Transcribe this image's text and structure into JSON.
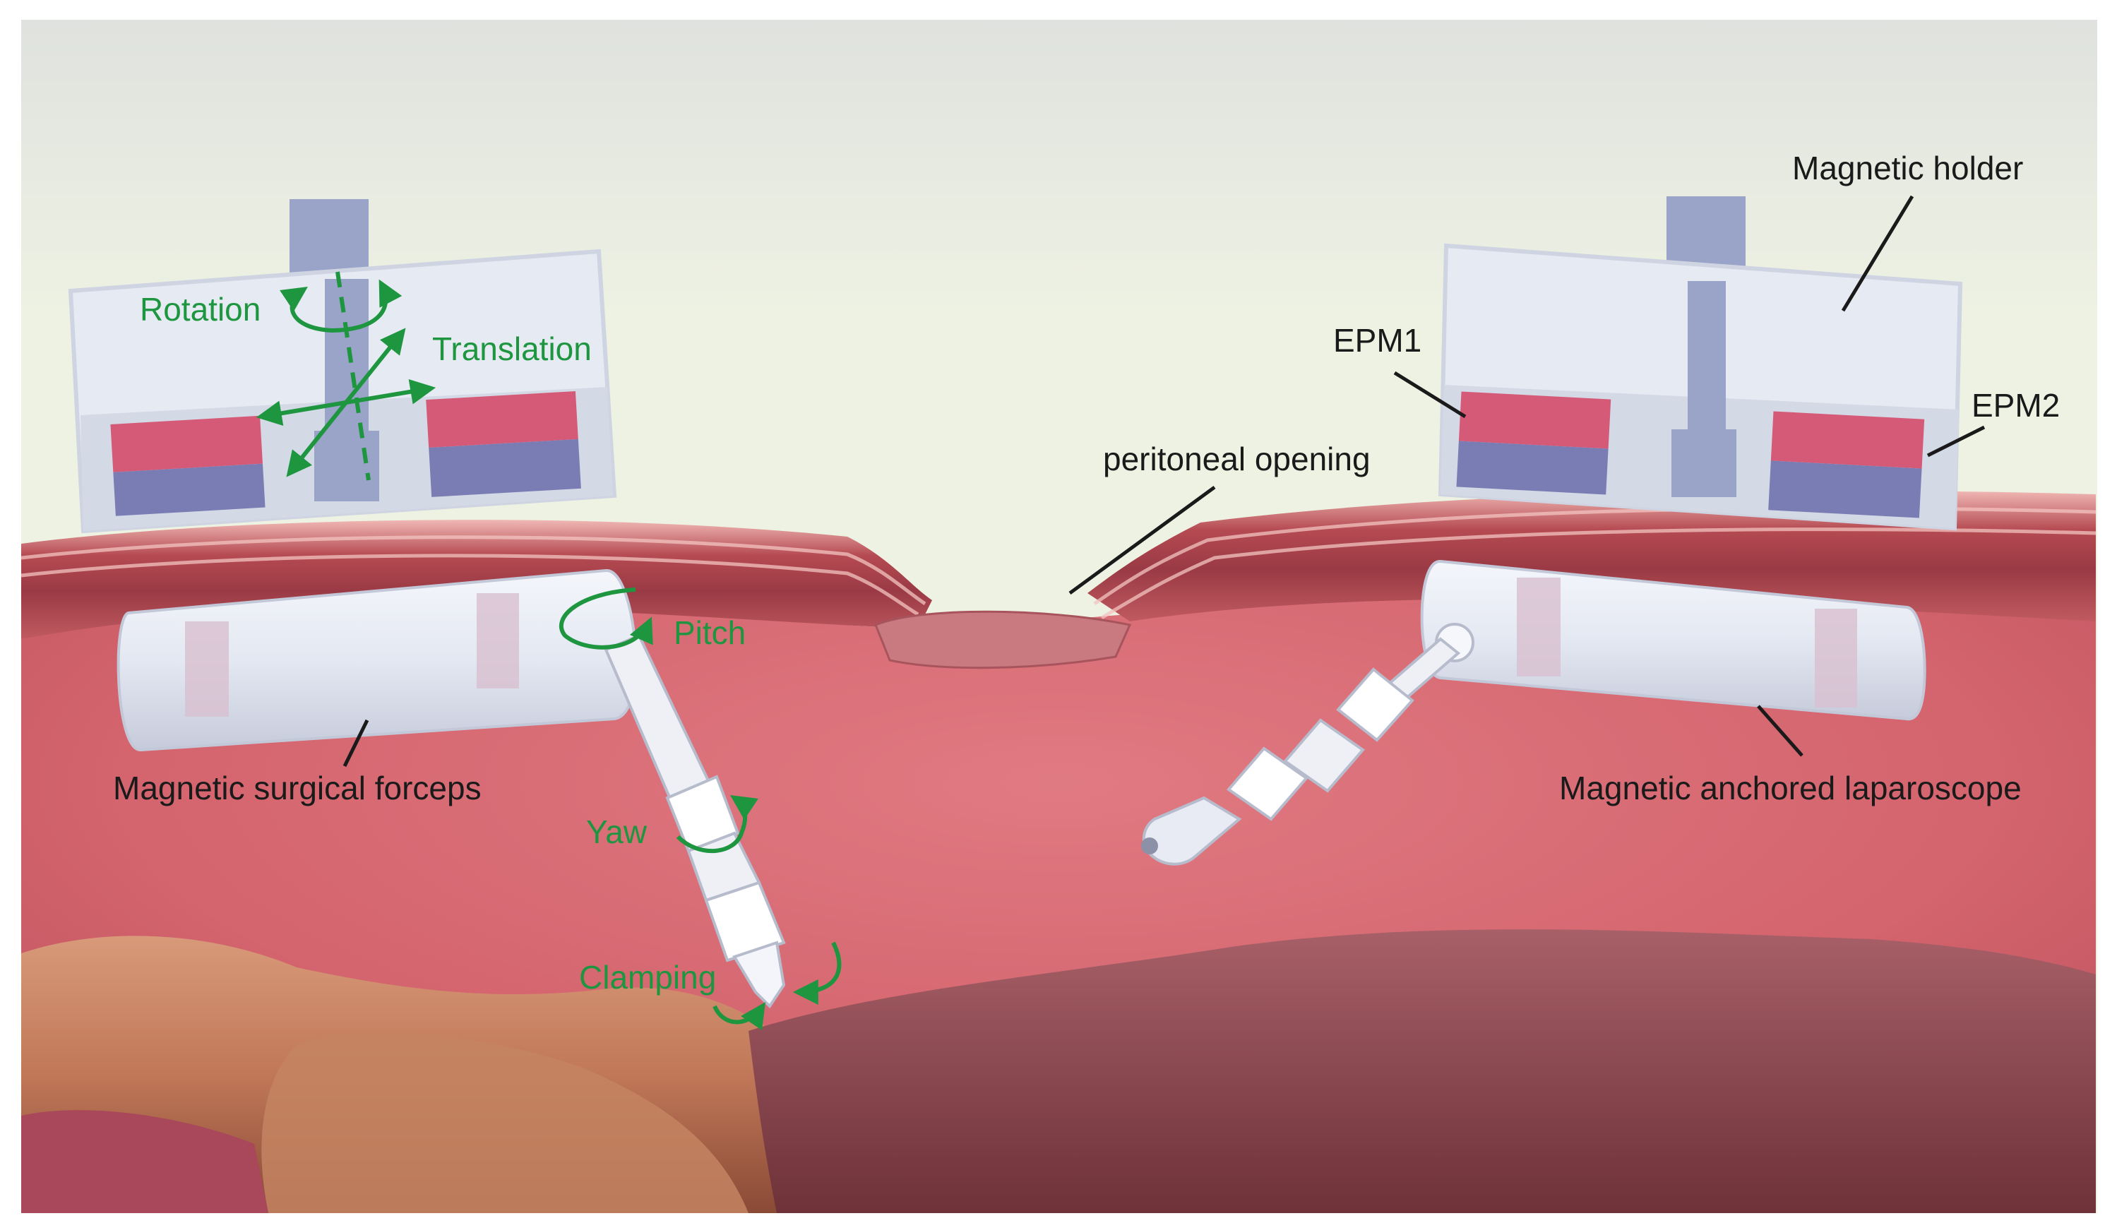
{
  "labels": {
    "magnetic_holder": "Magnetic holder",
    "epm1": "EPM1",
    "epm2": "EPM2",
    "peritoneal_opening": "peritoneal opening",
    "magnetic_surgical_forceps": "Magnetic surgical forceps",
    "magnetic_anchored_laparoscope": "Magnetic anchored laparoscope"
  },
  "motions": {
    "rotation": "Rotation",
    "translation": "Translation",
    "pitch": "Pitch",
    "yaw": "Yaw",
    "clamping": "Clamping"
  },
  "colors": {
    "magnet_north": "#d45a78",
    "magnet_south": "#7a7db4",
    "holder_body": "#e6eaf3",
    "motion_arrow": "#1e9640",
    "tissue": "#c85a64",
    "background_sky": "#eef2e2"
  }
}
